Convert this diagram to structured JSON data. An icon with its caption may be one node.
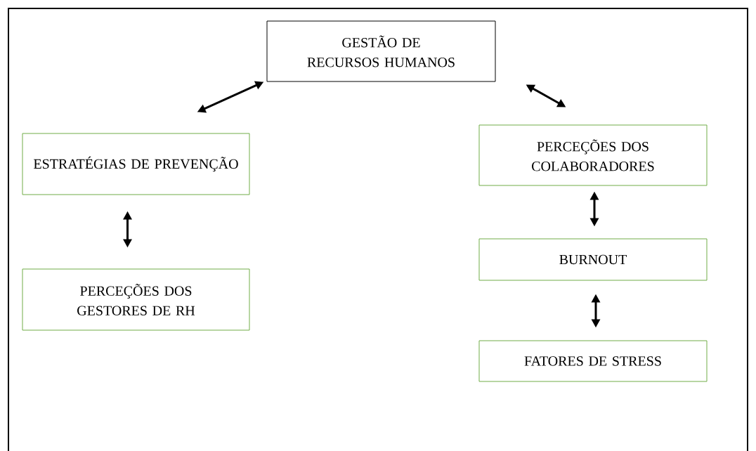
{
  "diagram": {
    "nodes": [
      {
        "text": [
          "GESTÃO DE RECURSOS HUMANOS"
        ]
      },
      {
        "text": [
          "ESTRATÉGIAS DE PREVENÇÃO"
        ]
      },
      {
        "text": [
          "PERCEÇÕES DOS GESTORES DE RH"
        ]
      },
      {
        "text": [
          "PERCEÇÕES DOS COLABORADORES"
        ]
      },
      {
        "text": [
          "BURNOUT"
        ]
      },
      {
        "text": [
          "FATORES DE STRESS"
        ]
      }
    ],
    "edges": [
      {
        "from": 0,
        "to": 1,
        "arrow": "both"
      },
      {
        "from": 0,
        "to": 3,
        "arrow": "both"
      },
      {
        "from": 1,
        "to": 2,
        "arrow": "both"
      },
      {
        "from": 3,
        "to": 4,
        "arrow": "both"
      },
      {
        "from": 4,
        "to": 5,
        "arrow": "both"
      }
    ]
  }
}
